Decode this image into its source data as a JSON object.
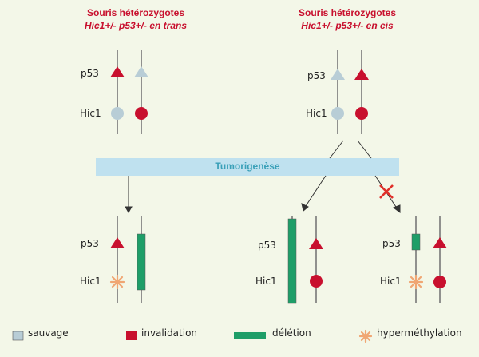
{
  "left_title": {
    "line1": "Souris hétérozygotes",
    "line2": "Hic1+/- p53+/- en trans"
  },
  "right_title": {
    "line1": "Souris hétérozygotes",
    "line2": "Hic1+/- p53+/- en cis"
  },
  "gene_labels": {
    "p53": "p53",
    "hic1": "Hic1"
  },
  "process_label": "Tumorigenèse",
  "legend": {
    "wild": "sauvage",
    "invalidation": "invalidation",
    "deletion": "délétion",
    "hypermethylation": "hyperméthylation"
  },
  "colors": {
    "red": "#c8102e",
    "wild": "#b8cdd6",
    "green": "#1e9e68",
    "orange": "#f0a673",
    "bar": "#bfe1ef",
    "bar_text": "#3aa0b8",
    "cross": "#e0302a"
  }
}
